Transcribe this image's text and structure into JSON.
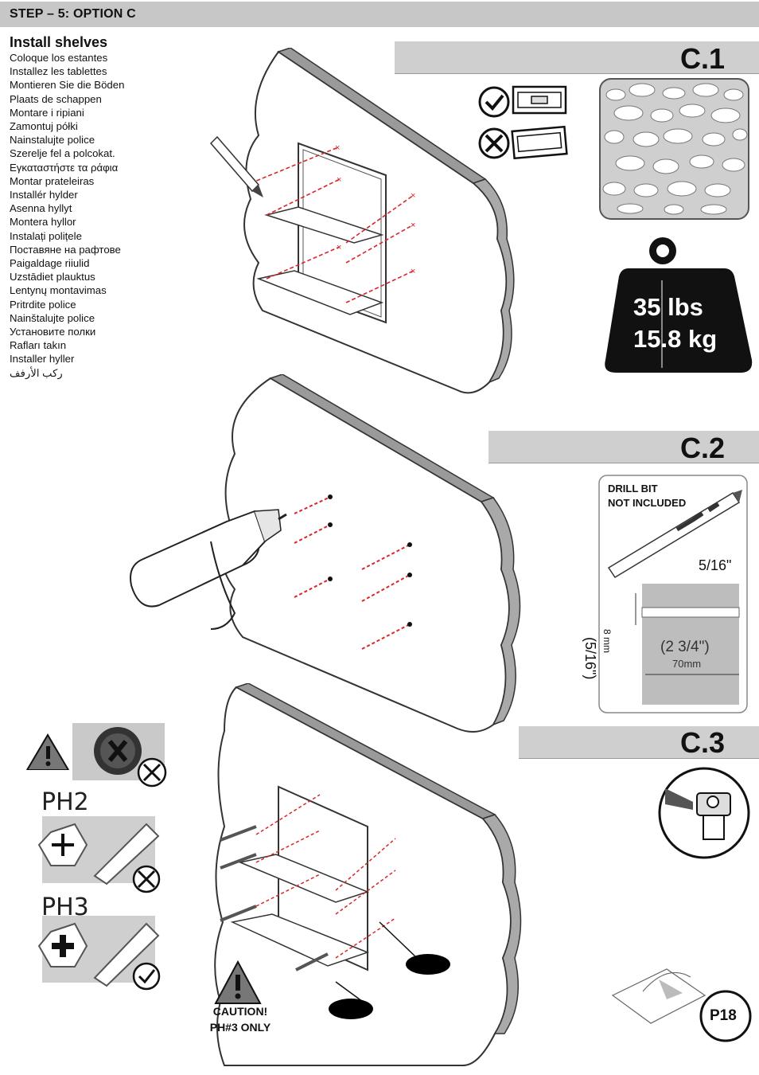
{
  "header": {
    "title": "STEP – 5: OPTION C"
  },
  "instructions": {
    "title": "Install shelves",
    "translations": [
      "Coloque los estantes",
      "Installez les tablettes",
      "Montieren Sie die Böden",
      "Plaats de schappen",
      "Montare i ripiani",
      "Zamontuj półki",
      "Nainstalujte police",
      "Szerelje fel a polcokat.",
      "Εγκαταστήστε τα ράφια",
      "Montar prateleiras",
      "Installér hylder",
      "Asenna hyllyt",
      "Montera hyllor",
      "Instalați polițele",
      "Поставяне на рафтове",
      "Paigaldage riiulid",
      "Uzstādiet plauktus",
      "Lentynų montavimas",
      "Pritrdite police",
      "Nainštalujte police",
      "Установите полки",
      "Rafları takın",
      "Installer hyller",
      "ركب الأرفف"
    ]
  },
  "steps": [
    {
      "label": "C.1"
    },
    {
      "label": "C.2"
    },
    {
      "label": "C.3"
    }
  ],
  "weight": {
    "lbs": "35 lbs",
    "kg": "15.8 kg"
  },
  "drill": {
    "note_line1": "DRILL BIT",
    "note_line2": "NOT INCLUDED",
    "bit_size": "5/16\"",
    "hole_diameter": "(5/16\")",
    "hole_diameter_mm": "8 mm",
    "hole_depth": "(2 3/4\")",
    "hole_depth_mm": "70mm"
  },
  "screwdriver": {
    "ph2_label": "PH2",
    "ph3_label": "PH3"
  },
  "caution": {
    "line1": "CAUTION!",
    "line2": "PH#3 ONLY"
  },
  "page": {
    "number": "P18"
  },
  "icons": {
    "check": "check-circle-icon",
    "cross": "cross-circle-icon",
    "warning": "warning-triangle-icon",
    "level": "spirit-level-icon",
    "wall_texture": "stone-wall-icon",
    "weight": "weight-icon",
    "drill_bit": "drill-bit-icon",
    "wrench": "wrench-icon",
    "book": "page-turn-icon"
  },
  "colors": {
    "bar_gray": "#cfcfcf",
    "guide_red": "#d9262c",
    "wall_edge": "#9a9a9a"
  }
}
